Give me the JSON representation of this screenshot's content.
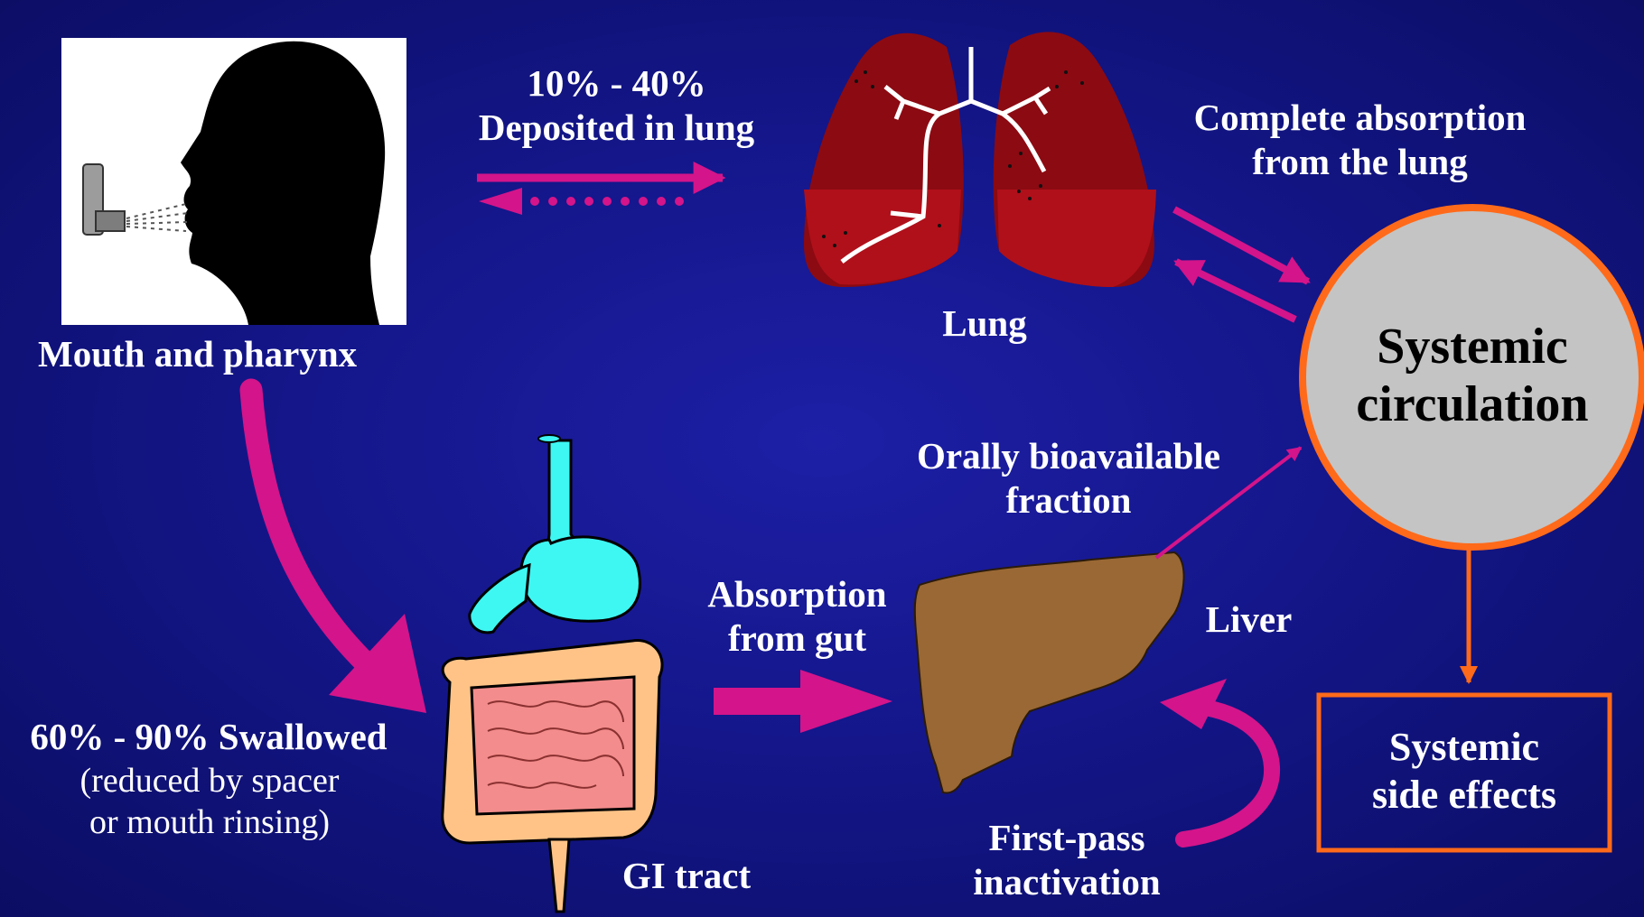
{
  "labels": {
    "mouth": "Mouth and pharynx",
    "lung_deposit": [
      "10% - 40%",
      "Deposited in lung"
    ],
    "lung": "Lung",
    "complete_absorption": [
      "Complete absorption",
      "from the lung"
    ],
    "systemic_circulation": [
      "Systemic",
      "circulation"
    ],
    "orally_bioavailable": [
      "Orally bioavailable",
      "fraction"
    ],
    "absorption_gut": [
      "Absorption",
      "from gut"
    ],
    "liver": "Liver",
    "swallowed": "60% - 90% Swallowed",
    "swallowed_note": [
      "(reduced by spacer",
      "or mouth rinsing)"
    ],
    "gi_tract": "GI tract",
    "first_pass": [
      "First-pass",
      "inactivation"
    ],
    "side_effects": [
      "Systemic",
      "side effects"
    ]
  },
  "colors": {
    "background": "#14168a",
    "arrow": "#d4148a",
    "circle_fill": "#c4c4c4",
    "circle_stroke": "#ff6a1a",
    "box_stroke": "#ff6a1a",
    "liver": "#9a6834",
    "stomach": "#3ef7f2",
    "intestine_outer": "#ffc387",
    "intestine_inner": "#f38c8c",
    "lung_dark": "#8c0a12",
    "lung_mid": "#b0101a"
  }
}
